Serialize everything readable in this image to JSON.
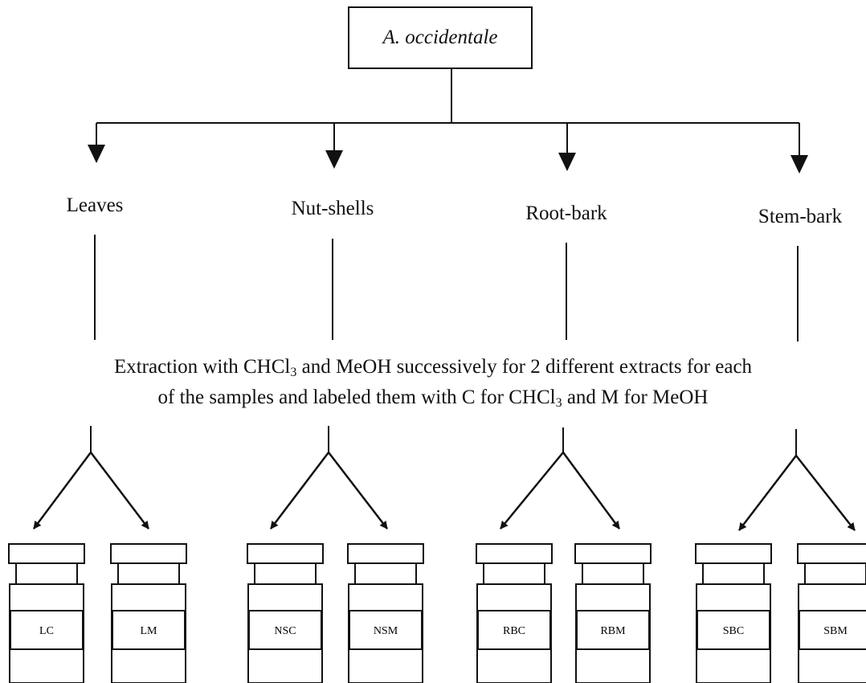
{
  "root": {
    "label": "A. occidentale"
  },
  "parts": [
    {
      "label": "Leaves",
      "extracts": [
        "LC",
        "LM"
      ]
    },
    {
      "label": "Nut-shells",
      "extracts": [
        "NSC",
        "NSM"
      ]
    },
    {
      "label": "Root-bark",
      "extracts": [
        "RBC",
        "RBM"
      ]
    },
    {
      "label": "Stem-bark",
      "extracts": [
        "SBC",
        "SBM"
      ]
    }
  ],
  "extraction": {
    "line1_a": "Extraction with CHCl",
    "line1_sub": "3",
    "line1_b": " and MeOH successively for 2 different extracts for each",
    "line2_a": "of the samples and labeled them with C for CHCl",
    "line2_sub": "3",
    "line2_b": " and M for MeOH"
  }
}
